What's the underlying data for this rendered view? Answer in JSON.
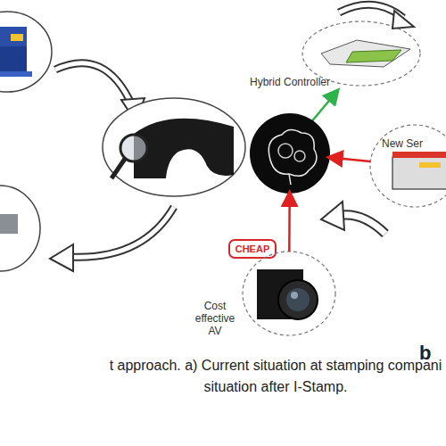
{
  "diagram": {
    "caption": "t approach. a) Current situation at stamping compani situation after I-Stamp.",
    "nodes": [
      {
        "text": [
          "Hybrid Controller"
        ]
      },
      {
        "text": [
          "New Ser"
        ]
      },
      {
        "text": [
          "CHEAP"
        ]
      },
      {
        "text": [
          "Cost effective AV"
        ]
      }
    ],
    "edges": [
      {
        "from": 1,
        "to": 0,
        "arrow": "to"
      },
      {
        "from": 3,
        "to": 0,
        "arrow": "to"
      }
    ],
    "labels": [
      "b"
    ]
  }
}
